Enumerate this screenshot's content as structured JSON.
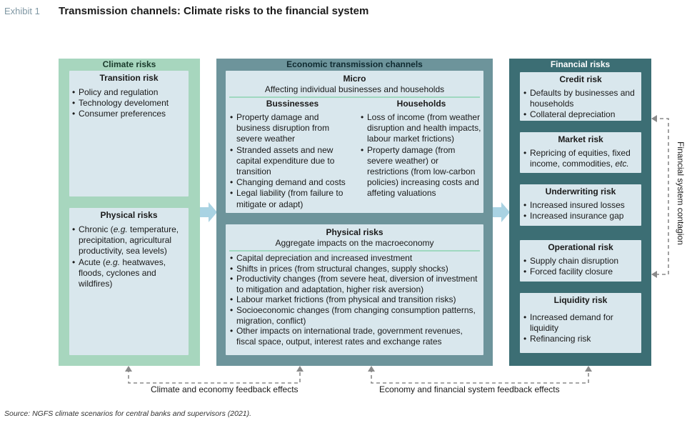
{
  "header": {
    "exhibit": "Exhibit 1",
    "title": "Transmission channels: Climate risks to the financial system"
  },
  "climate": {
    "heading": "Climate risks",
    "transition": {
      "title": "Transition risk",
      "items": [
        "Policy and regulation",
        "Technology develoment",
        "Consumer preferences"
      ]
    },
    "physical": {
      "title": "Physical risks",
      "items": [
        "Chronic (e.g. temperature, precipitation, agricultural productivity, sea levels)",
        "Acute (e.g. heatwaves, floods, cyclones and wildfires)"
      ]
    }
  },
  "economic": {
    "heading": "Economic transmission channels",
    "micro": {
      "title": "Micro",
      "subtitle": "Affecting individual businesses and households",
      "businesses": {
        "title": "Bussinesses",
        "items": [
          "Property damage and business disruption from severe weather",
          "Stranded assets and new capital expenditure due to transition",
          "Changing demand and costs",
          "Legal liability (from failure to mitigate or adapt)"
        ]
      },
      "households": {
        "title": "Households",
        "items": [
          "Loss of income (from weather disruption and health impacts, labour market frictions)",
          "Property damage (from severe weather) or restrictions (from low-carbon policies) increasing costs and affeting valuations"
        ]
      }
    },
    "macro": {
      "title": "Physical risks",
      "subtitle": "Aggregate impacts on the macroeconomy",
      "items": [
        "Capital depreciation and increased investment",
        "Shifts in prices (from structural changes, supply shocks)",
        "Productivity changes (from severe heat, diversion of investment to mitigation and adaptation, higher risk aversion)",
        "Labour market frictions (from physical and transition risks)",
        "Socioeconomic changes (from changing consumption patterns, migration, conflict)",
        "Other impacts on international trade, government revenues, fiscal space, output, interest rates and exchange rates"
      ]
    }
  },
  "financial": {
    "heading": "Financial risks",
    "boxes": [
      {
        "title": "Credit risk",
        "items": [
          "Defaults by businesses and households",
          "Collateral depreciation"
        ]
      },
      {
        "title": "Market risk",
        "items": [
          "Repricing of equities, fixed income, commodities, etc."
        ]
      },
      {
        "title": "Underwriting risk",
        "items": [
          "Increased insured losses",
          "Increased insurance gap"
        ]
      },
      {
        "title": "Operational risk",
        "items": [
          "Supply chain disruption",
          "Forced facility closure"
        ]
      },
      {
        "title": "Liquidity risk",
        "items": [
          "Increased demand for liquidity",
          "Refinancing risk"
        ]
      }
    ]
  },
  "feedback": {
    "left": "Climate and economy feedback effects",
    "right": "Economy and financial system feedback effects",
    "contagion": "Financial system contagion"
  },
  "source": "Source: NGFS climate scenarios for central banks and supervisors (2021).",
  "colors": {
    "climate_column": "#a7d6be",
    "economic_column": "#6d949b",
    "financial_column": "#3c6e74",
    "inner_box": "#d9e7ed",
    "arrow": "#a9d3e3",
    "feedback_dashes": "#8a8a8a"
  }
}
